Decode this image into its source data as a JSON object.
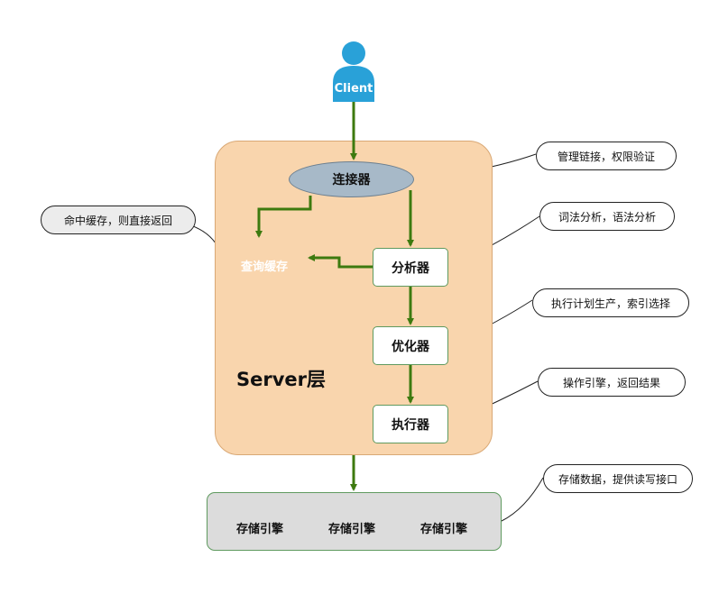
{
  "client": {
    "label": "Client"
  },
  "server": {
    "title": "Server层"
  },
  "components": {
    "connector": "连接器",
    "cache": "查询缓存",
    "analyzer": "分析器",
    "optimizer": "优化器",
    "executor": "执行器"
  },
  "storage": {
    "engines": [
      "存储引擎",
      "存储引擎",
      "存储引擎"
    ]
  },
  "notes": {
    "connector": "管理链接，权限验证",
    "cache": "命中缓存，则直接返回",
    "analyzer": "词法分析，语法分析",
    "optimizer": "执行计划生产，索引选择",
    "executor": "操作引擎，返回结果",
    "storage": "存储数据，提供读写接口"
  },
  "colors": {
    "arrow": "#3d7a0f",
    "server_fill": "#f9d5ad",
    "client_fill": "#29a1d8",
    "cache_fill": "#5a6b7d",
    "connector_fill": "#a7b9c8",
    "engine_fill": "#9aa0a6",
    "storage_fill": "#dcdcdc"
  }
}
